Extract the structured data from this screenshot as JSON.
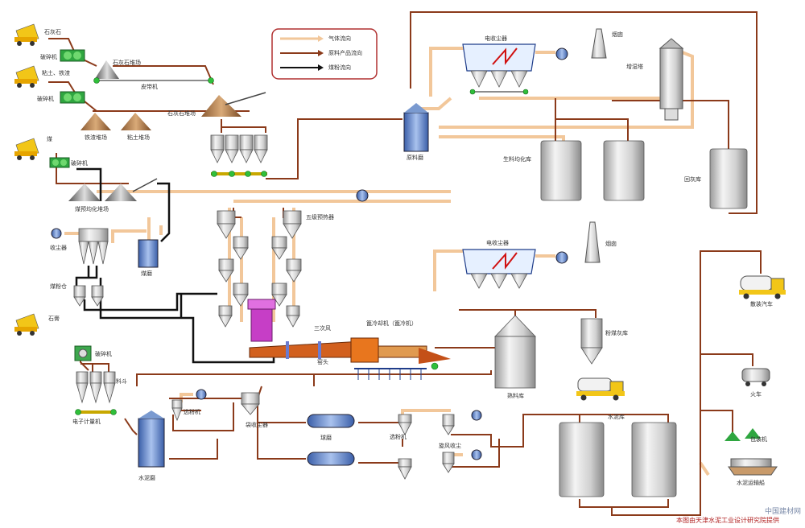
{
  "legend": {
    "gas_flow": "气体流向",
    "material_flow": "原料产品流向",
    "coal_flow": "煤粉流向"
  },
  "labels": {
    "limestone_in": "石灰石",
    "crusher1": "破碎机",
    "clay_iron_in": "粘土、铁渣",
    "crusher2": "破碎机",
    "limestone_yard1": "石灰石堆场",
    "belt": "皮带机",
    "iron_yard": "铁渣堆场",
    "clay_yard": "粘土堆场",
    "limestone_yard2": "石灰石堆场",
    "coal_in": "煤",
    "coal_crusher": "破碎机",
    "coal_homog": "煤预均化堆场",
    "dust_collector_left": "收尘器",
    "coal_mill": "煤磨",
    "coal_bin": "煤粉仓",
    "gypsum_in": "石膏",
    "gypsum_crusher": "破碎机",
    "batching_bin": "料斗",
    "belt_scale": "电子计量机",
    "cement_mill": "水泥磨",
    "raw_mill": "原料磨",
    "preheater": "五级预热器",
    "tertiary_air": "三次风",
    "kiln": "窑头",
    "cooler": "篦冷却机（篦冷机）",
    "clinker_silo": "熟料库",
    "fly_ash": "粉煤灰库",
    "ash_truck": "",
    "ep_top": "电收尘器",
    "chimney_top": "烟囱",
    "cond_tower": "增湿塔",
    "raw_homog": "生料均化库",
    "raw_ash": "回灰库",
    "ep_mid": "电收尘器",
    "chimney_mid": "烟囱",
    "cyclone1": "选粉机",
    "dust_small": "袋收尘器",
    "separator": "选粉机",
    "ball_mill1": "球磨",
    "collector": "旋风收尘",
    "cement_silo": "水泥库",
    "bulk_truck": "散装汽车",
    "train": "火车",
    "packer": "包装机",
    "ship": "水泥运输船",
    "footnote": "本图由天津水泥工业设计研究院提供",
    "watermark": "中国建材网"
  }
}
